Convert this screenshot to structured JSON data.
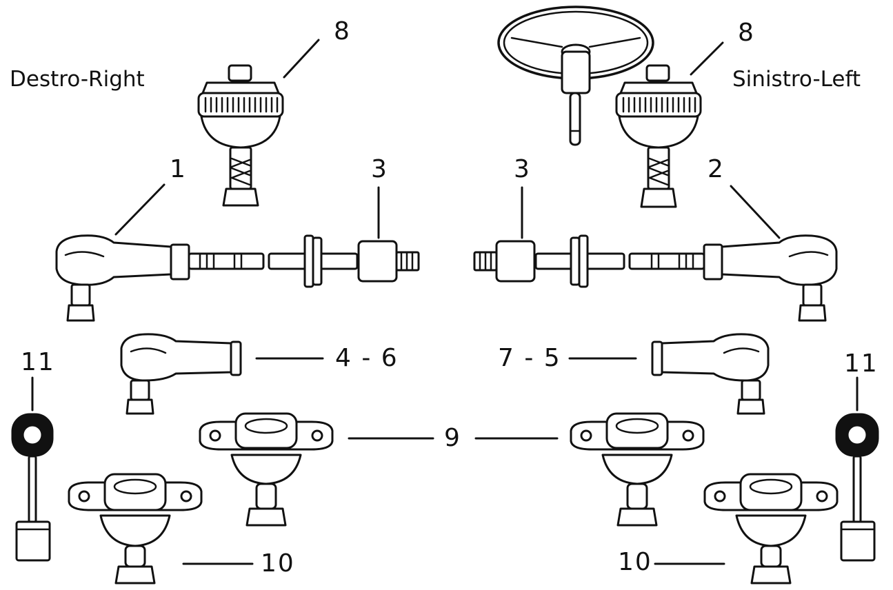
{
  "side_labels": {
    "right": "Destro-Right",
    "left": "Sinistro-Left"
  },
  "callouts": {
    "c1": "1",
    "c2": "2",
    "c3a": "3",
    "c3b": "3",
    "c46": "4 - 6",
    "c75": "7 - 5",
    "c8a": "8",
    "c8b": "8",
    "c9": "9",
    "c10a": "10",
    "c10b": "10",
    "c11a": "11",
    "c11b": "11"
  },
  "colors": {
    "ink": "#111111",
    "background": "#ffffff"
  }
}
